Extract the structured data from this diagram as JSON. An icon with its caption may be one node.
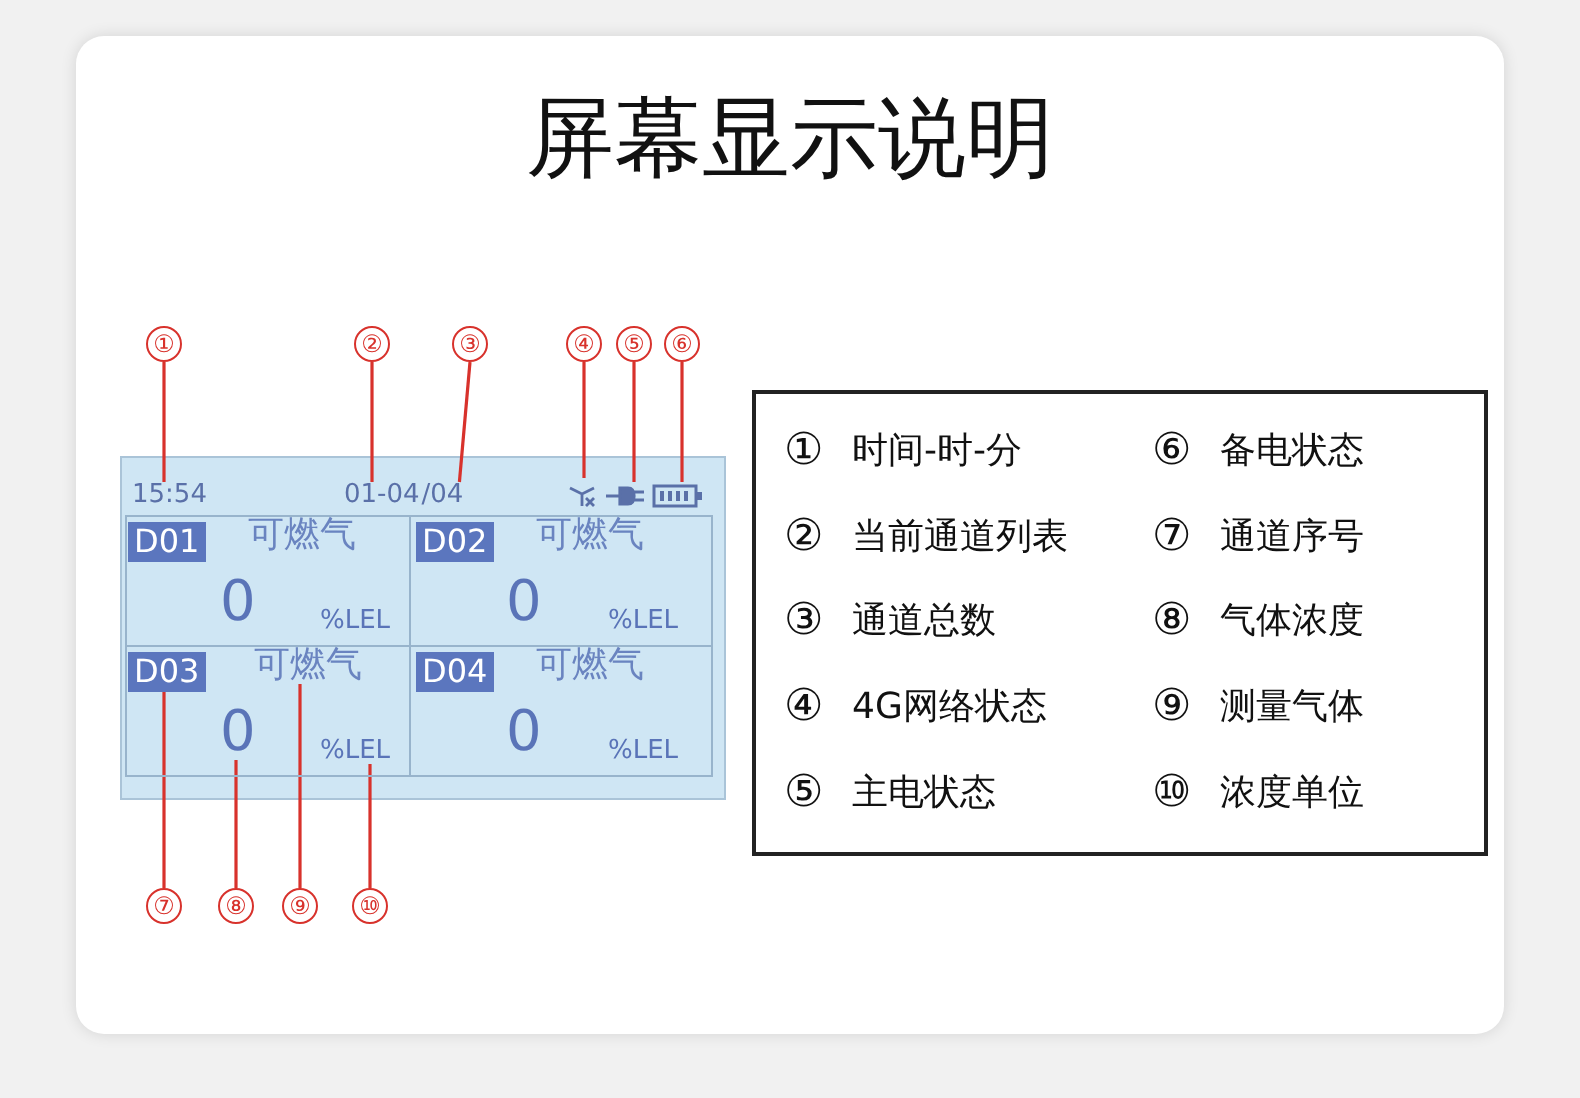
{
  "diagram": {
    "title": "屏幕显示说明",
    "nodes": [
      {
        "text": [
          "①"
        ]
      },
      {
        "text": [
          "②"
        ]
      },
      {
        "text": [
          "③"
        ]
      },
      {
        "text": [
          "④"
        ]
      },
      {
        "text": [
          "⑤"
        ]
      },
      {
        "text": [
          "⑥"
        ]
      },
      {
        "text": [
          "15:54"
        ]
      },
      {
        "text": [
          "01-04"
        ]
      },
      {
        "text": [
          "/04"
        ]
      },
      {
        "text": [],
        "shape": "picture"
      },
      {
        "text": [],
        "shape": "picture"
      },
      {
        "text": [],
        "shape": "picture"
      },
      {
        "text": [
          "D01"
        ]
      },
      {
        "text": [
          "D02"
        ]
      },
      {
        "text": [
          "D03"
        ]
      },
      {
        "text": [
          "可燃气"
        ]
      },
      {
        "text": [
          "D04"
        ]
      },
      {
        "text": [
          "0"
        ]
      },
      {
        "text": [
          "%LEL"
        ]
      },
      {
        "text": [
          "⑦"
        ]
      },
      {
        "text": [
          "⑧"
        ]
      },
      {
        "text": [
          "⑨"
        ]
      },
      {
        "text": [
          "⑩"
        ]
      },
      {
        "text": [
          "①",
          "时间-时-分",
          "⑥",
          "备电状态",
          "②",
          "当前通道列表",
          "⑦",
          "通道序号",
          "③",
          "通道总数",
          "⑧",
          "气体浓度",
          "④",
          "4G网络状态",
          "⑨",
          "测量气体",
          "⑤",
          "主电状态",
          "⑩",
          "浓度单位"
        ]
      }
    ],
    "edges": [
      {
        "from": 0,
        "to": 6,
        "arrow": "none"
      },
      {
        "from": 1,
        "to": 7,
        "arrow": "none"
      },
      {
        "from": 2,
        "to": 8,
        "arrow": "none"
      },
      {
        "from": 3,
        "to": 9,
        "arrow": "none"
      },
      {
        "from": 4,
        "to": 10,
        "arrow": "none"
      },
      {
        "from": 5,
        "to": 11,
        "arrow": "none"
      },
      {
        "from": 19,
        "to": 14,
        "arrow": "none"
      },
      {
        "from": 20,
        "to": 17,
        "arrow": "none"
      },
      {
        "from": 21,
        "to": 15,
        "arrow": "none"
      },
      {
        "from": 22,
        "to": 18,
        "arrow": "none"
      }
    ],
    "labels": [
      "可燃气",
      "可燃气",
      "0",
      "%LEL",
      "0",
      "%LEL",
      "可燃气",
      "0",
      "%LEL"
    ]
  }
}
